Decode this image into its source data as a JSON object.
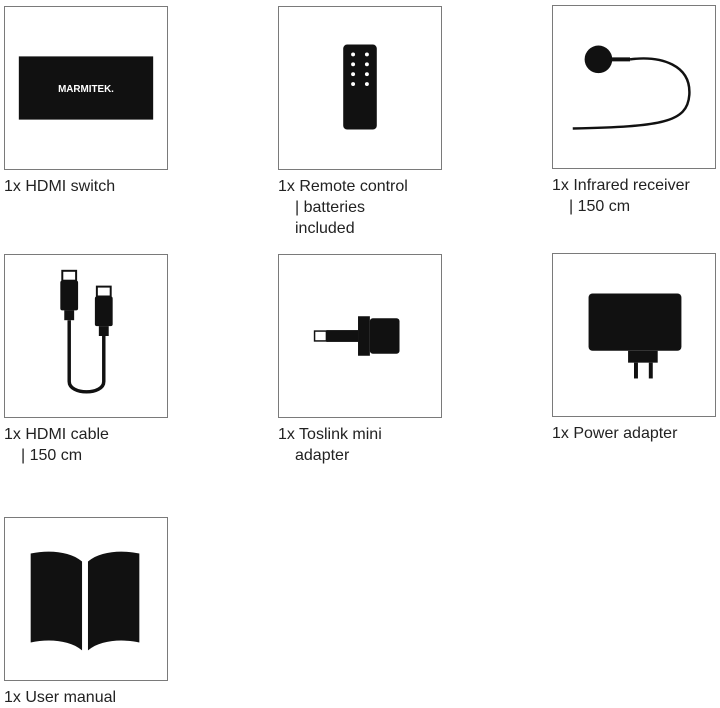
{
  "items": [
    {
      "lines": [
        "1x HDMI switch"
      ],
      "icon": "hdmi-switch-icon",
      "logo_text": "MARMITEK."
    },
    {
      "lines": [
        "1x Remote control",
        "| batteries",
        "included"
      ],
      "icon": "remote-control-icon"
    },
    {
      "lines": [
        "1x Infrared receiver",
        "| 150 cm"
      ],
      "icon": "infrared-receiver-icon"
    },
    {
      "lines": [
        "1x HDMI cable",
        "| 150 cm"
      ],
      "icon": "hdmi-cable-icon"
    },
    {
      "lines": [
        "1x Toslink mini",
        "adapter"
      ],
      "icon": "toslink-adapter-icon"
    },
    {
      "lines": [
        "1x Power adapter"
      ],
      "icon": "power-adapter-icon"
    },
    {
      "lines": [
        "1x User manual"
      ],
      "icon": "user-manual-icon"
    }
  ]
}
